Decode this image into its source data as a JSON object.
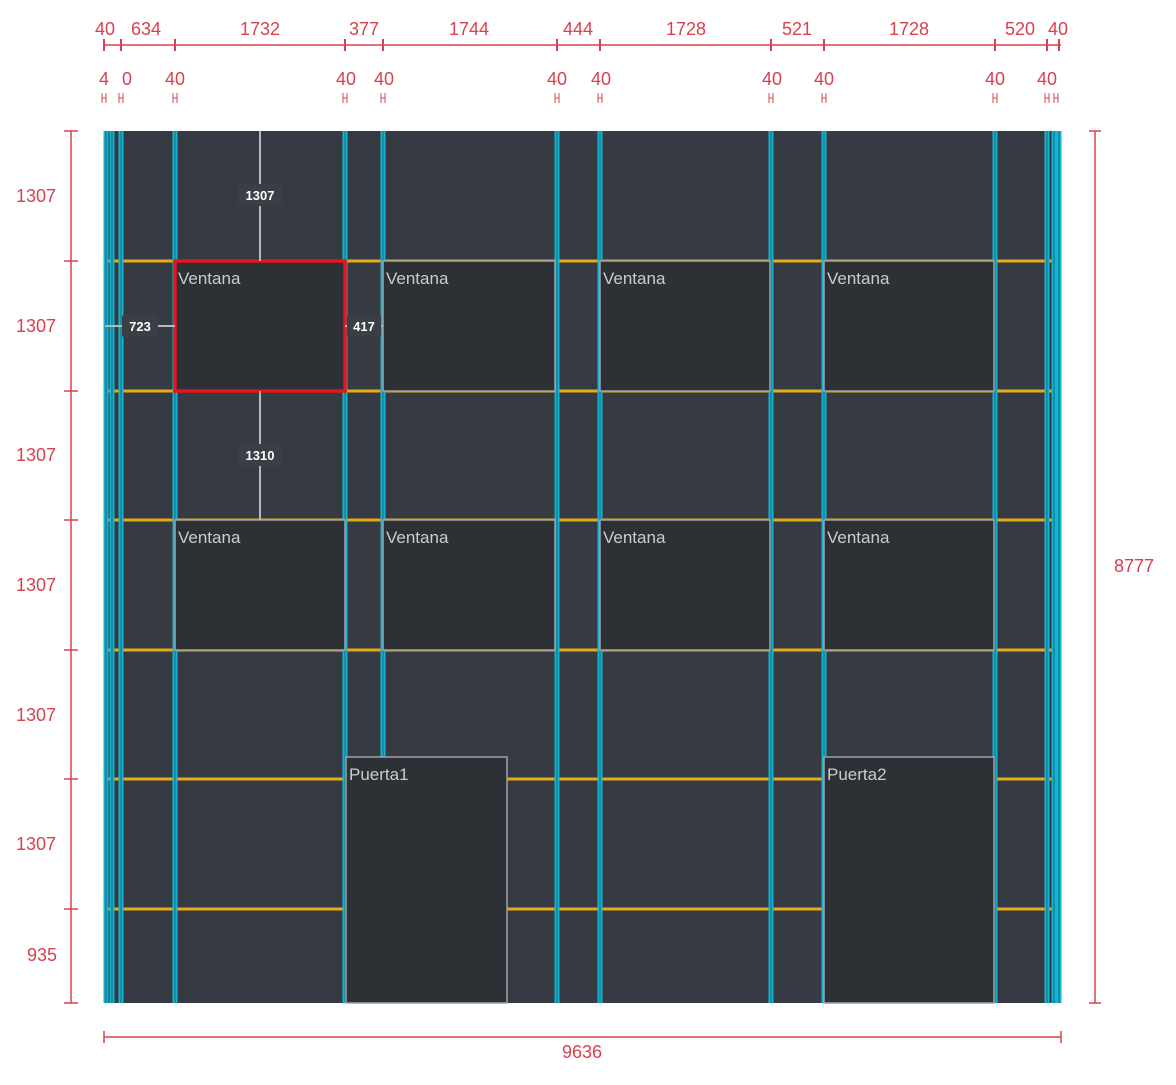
{
  "colors": {
    "background": "#ffffff",
    "wall_fill": "#353a43",
    "opening_fill": "#2d3035",
    "opening_stroke": "#9ea3aa",
    "stud": "#17b2cf",
    "stud_inner": "#0b6f86",
    "rail": "#e8a913",
    "dimension": "#d9404f",
    "selection": "#e8131b",
    "tag_fill": "#3a3f46",
    "measure_line": "#b5b9be"
  },
  "top_dimensions": {
    "spacing": [
      "40",
      "634",
      "1732",
      "377",
      "1744",
      "444",
      "1728",
      "521",
      "1728",
      "520",
      "40"
    ],
    "studs": [
      "4",
      "0",
      "40",
      "40",
      "40",
      "40",
      "40",
      "40",
      "40",
      "40",
      "40"
    ]
  },
  "left_dimensions": [
    "1307",
    "1307",
    "1307",
    "1307",
    "1307",
    "1307",
    "935"
  ],
  "total_width": "9636",
  "total_height": "8777",
  "openings": [
    {
      "id": "ventana-1",
      "label": "Ventana",
      "selected": true
    },
    {
      "id": "ventana-2",
      "label": "Ventana",
      "selected": false
    },
    {
      "id": "ventana-3",
      "label": "Ventana",
      "selected": false
    },
    {
      "id": "ventana-4",
      "label": "Ventana",
      "selected": false
    },
    {
      "id": "ventana-5",
      "label": "Ventana",
      "selected": false
    },
    {
      "id": "ventana-6",
      "label": "Ventana",
      "selected": false
    },
    {
      "id": "ventana-7",
      "label": "Ventana",
      "selected": false
    },
    {
      "id": "ventana-8",
      "label": "Ventana",
      "selected": false
    },
    {
      "id": "puerta-1",
      "label": "Puerta1",
      "selected": false
    },
    {
      "id": "puerta-2",
      "label": "Puerta2",
      "selected": false
    }
  ],
  "selection_measures": {
    "above": "1307",
    "below": "1310",
    "left": "723",
    "right": "417"
  }
}
